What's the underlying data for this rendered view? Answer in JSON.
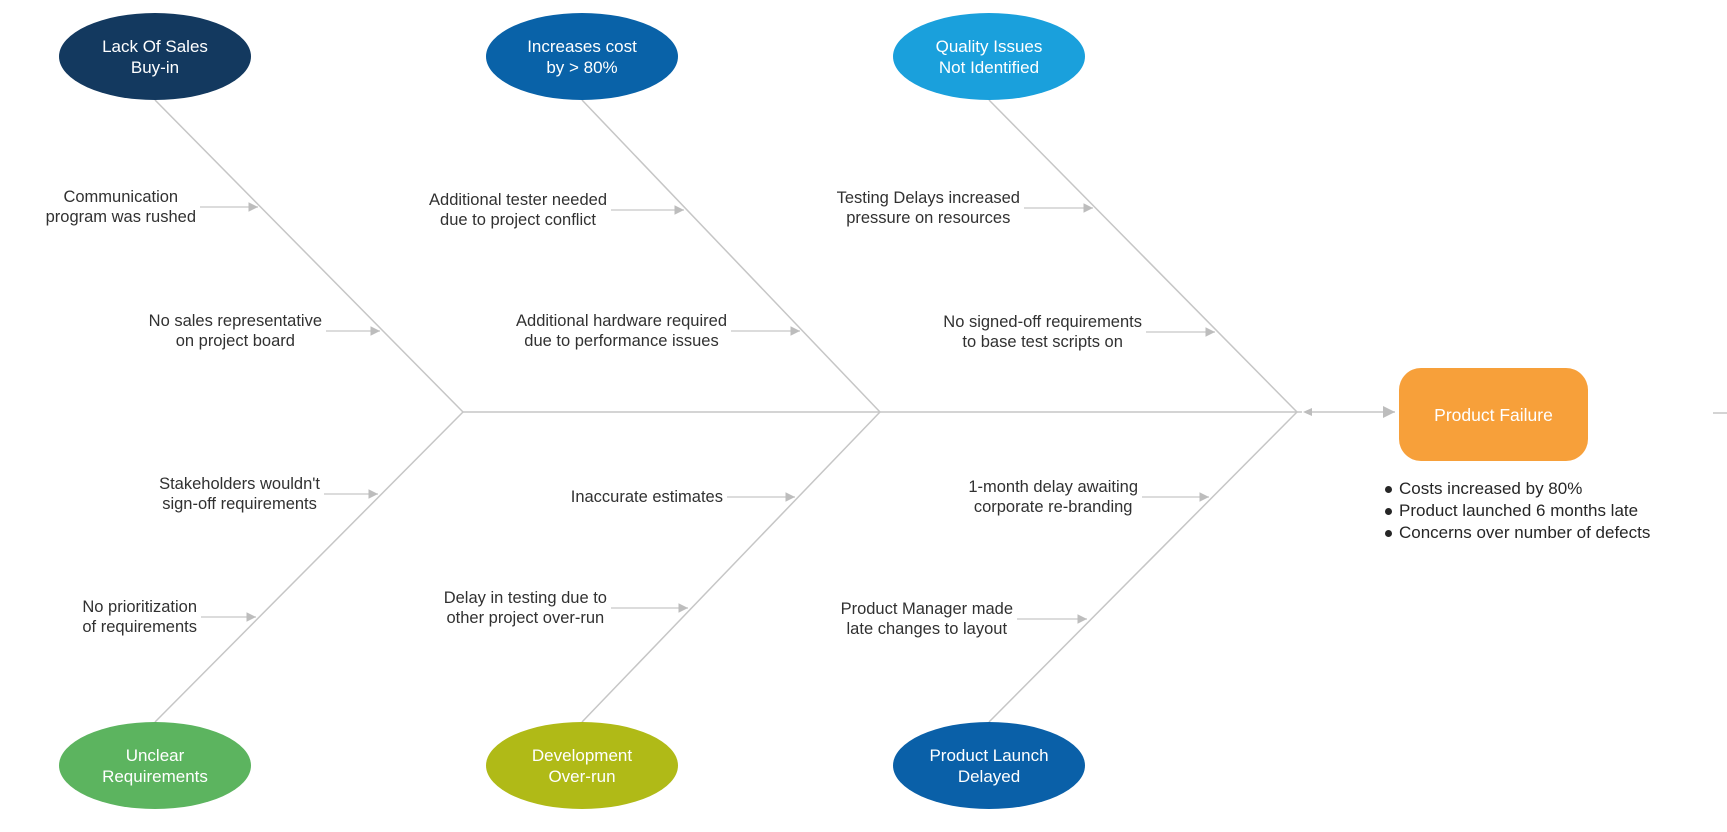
{
  "diagram": {
    "type": "fishbone",
    "line_color_note": "gray connector lines",
    "effect": {
      "label": "Product Failure",
      "color": "#F7A03A",
      "notes": [
        "Costs increased by 80%",
        "Product launched 6 months late",
        "Concerns over number of defects"
      ]
    },
    "categories": [
      {
        "label": "Lack Of Sales\nBuy-in",
        "color": "#13395F",
        "position": "top",
        "causes": [
          "Communication\nprogram was rushed",
          "No sales representative\non project board"
        ]
      },
      {
        "label": "Increases cost\nby > 80%",
        "color": "#0962A8",
        "position": "top",
        "causes": [
          "Additional tester needed\ndue to project conflict",
          "Additional hardware required\ndue to performance issues"
        ]
      },
      {
        "label": "Quality Issues\nNot Identified",
        "color": "#1AA0DC",
        "position": "top",
        "causes": [
          "Testing Delays increased\npressure on resources",
          "No signed-off requirements\nto base test scripts on"
        ]
      },
      {
        "label": "Unclear\nRequirements",
        "color": "#5CB45F",
        "position": "bottom",
        "causes": [
          "Stakeholders wouldn't\nsign-off requirements",
          "No prioritization\nof requirements"
        ]
      },
      {
        "label": "Development\nOver-run",
        "color": "#B0BA17",
        "position": "bottom",
        "causes": [
          "Inaccurate estimates",
          "Delay in testing due to\nother project over-run"
        ]
      },
      {
        "label": "Product Launch\nDelayed",
        "color": "#0A60A8",
        "position": "bottom",
        "causes": [
          "1-month delay awaiting\ncorporate re-branding",
          "Product Manager made\nlate changes to layout"
        ]
      }
    ]
  }
}
